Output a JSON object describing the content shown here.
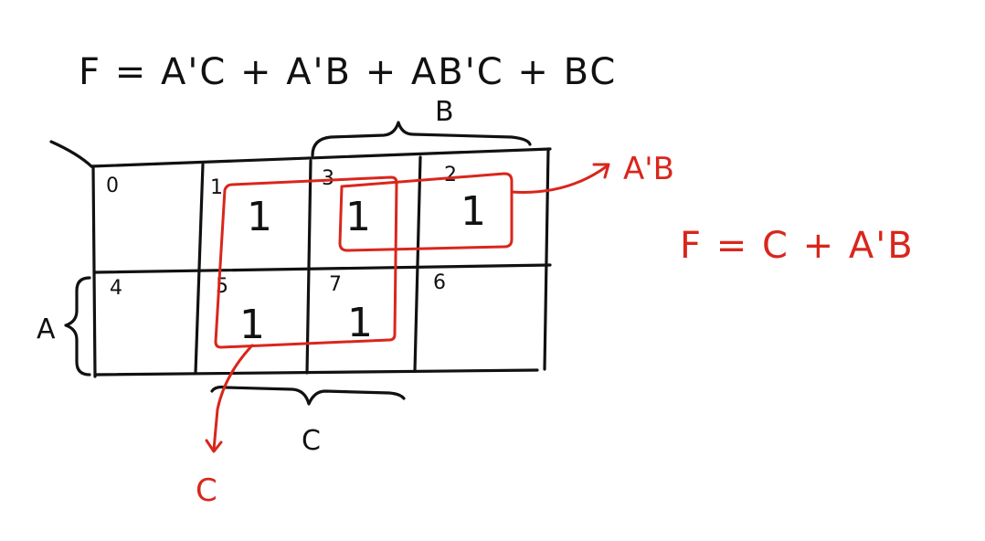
{
  "original_expression": "F = A'C + A'B + AB'C + BC",
  "variable_labels": {
    "b": "B",
    "a": "A",
    "c": "C"
  },
  "kmap": {
    "cells": [
      {
        "index": "0",
        "value": ""
      },
      {
        "index": "1",
        "value": "1"
      },
      {
        "index": "3",
        "value": "1"
      },
      {
        "index": "2",
        "value": "1"
      },
      {
        "index": "4",
        "value": ""
      },
      {
        "index": "5",
        "value": "1"
      },
      {
        "index": "7",
        "value": "1"
      },
      {
        "index": "6",
        "value": ""
      }
    ]
  },
  "groups": [
    {
      "term": "C",
      "color": "#d9261c"
    },
    {
      "term": "A'B",
      "color": "#d9261c"
    }
  ],
  "simplified_expression": "F = C + A'B",
  "colors": {
    "ink": "#111111",
    "marker": "#d9261c",
    "background": "#ffffff"
  }
}
